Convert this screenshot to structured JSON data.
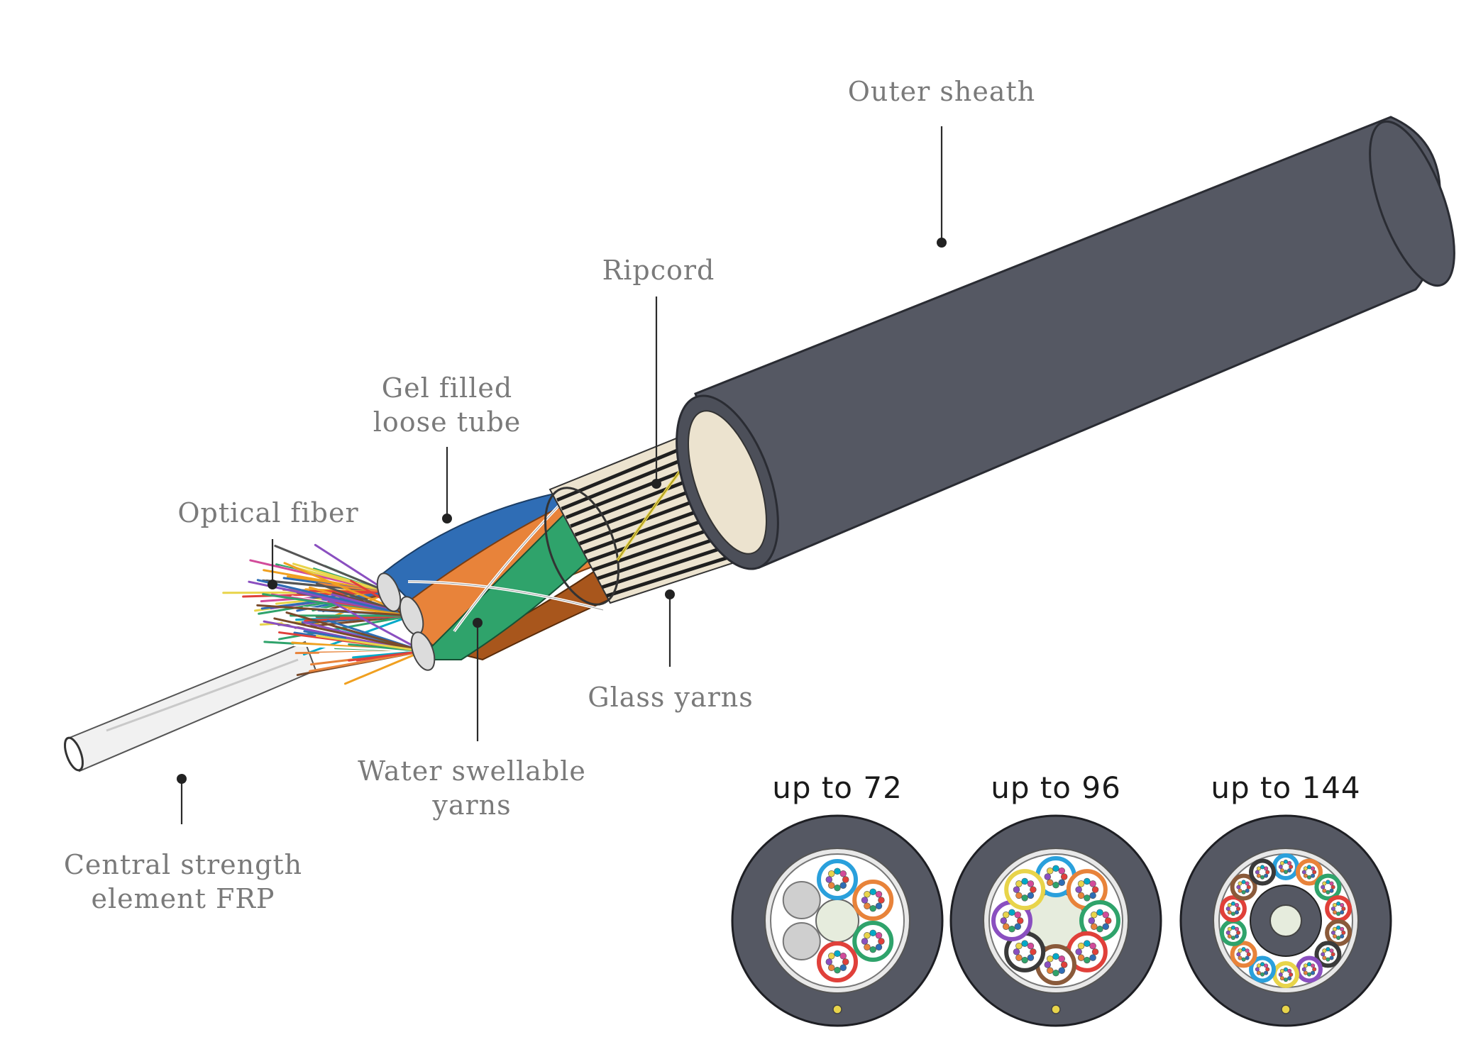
{
  "labels": {
    "outer_sheath": "Outer sheath",
    "ripcord": "Ripcord",
    "gel_tube_line1": "Gel filled",
    "gel_tube_line2": "loose tube",
    "optical_fiber": "Optical fiber",
    "glass_yarns": "Glass yarns",
    "water_line1": "Water swellable",
    "water_line2": "yarns",
    "frp_line1": "Central strength",
    "frp_line2": "element FRP"
  },
  "cross_sections": [
    {
      "caption": "up to 72"
    },
    {
      "caption": "up to 96"
    },
    {
      "caption": "up to 144"
    }
  ],
  "colors": {
    "sheath": "#555863",
    "sheath_dark": "#474a54",
    "glass_yarn_light": "#ece3cf",
    "tube_orange": "#e8833a",
    "tube_green": "#2fa36b",
    "tube_blue": "#2f6db5",
    "tube_brown": "#a8561c",
    "ripcord": "#e8d44a",
    "label_text": "#7a7a7a",
    "caption_text": "#1a1a1a"
  }
}
